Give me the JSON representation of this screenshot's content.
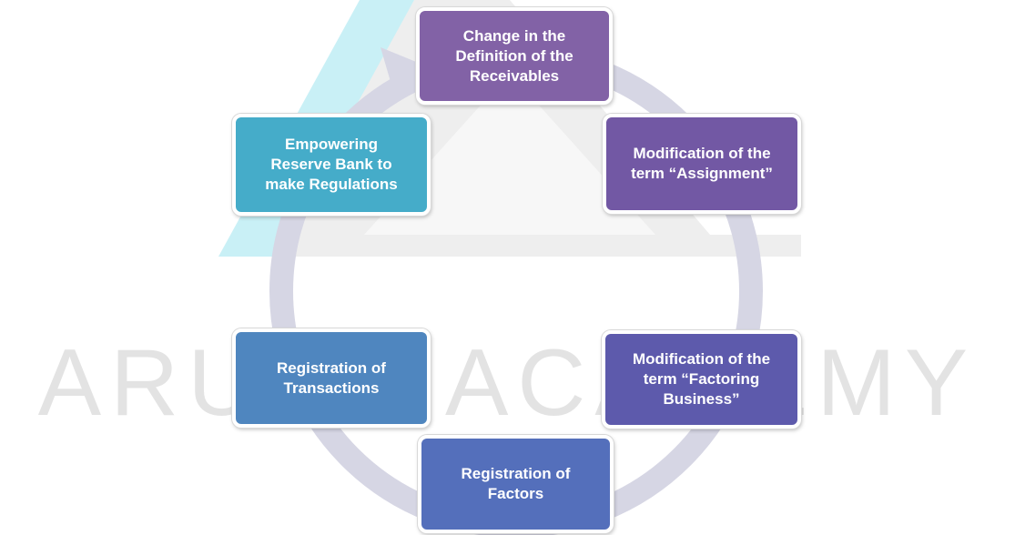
{
  "watermark": {
    "text": "ARUNS ACADEMY"
  },
  "cycle": {
    "nodes": [
      {
        "label": "Change in the\nDefinition  of the\nReceivables",
        "color": "#8262a6"
      },
      {
        "label": "Modification  of the\nterm “Assignment”",
        "color": "#7258a4"
      },
      {
        "label": "Modification  of the\nterm “Factoring\nBusiness”",
        "color": "#5d5aac"
      },
      {
        "label": "Registration of\nFactors",
        "color": "#546fbb"
      },
      {
        "label": "Registration of\nTransactions",
        "color": "#4f86bf"
      },
      {
        "label": "Empowering\nReserve Bank to\nmake Regulations",
        "color": "#45acc9"
      }
    ],
    "ring_color": "#d6d6e4"
  }
}
